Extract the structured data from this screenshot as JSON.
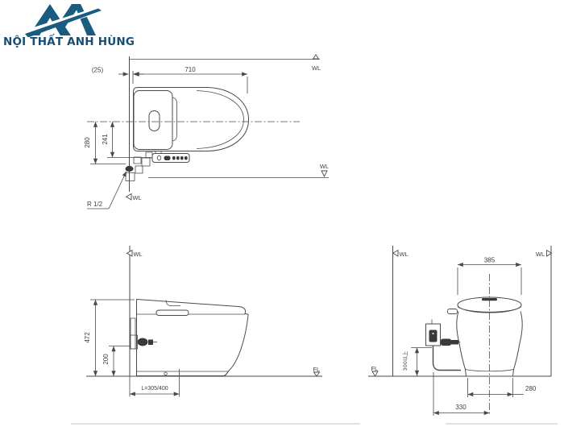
{
  "brand": {
    "name": "NỘI THẤT ANH HÙNG",
    "color": "#1a5b80"
  },
  "labels": {
    "top_view": {
      "dim_gap": "(25)",
      "dim_depth": "710",
      "dim_center_to_supply": "280",
      "dim_center_to_panel": "241",
      "supply_thread": "R 1/2",
      "wl_top": "WL",
      "wl_side": "WL",
      "wl_wall": "WL"
    },
    "side_view": {
      "wl": "WL",
      "fl": "FL",
      "dim_height": "472",
      "dim_supply_height": "200",
      "dim_rough_in": "L=305/400"
    },
    "rear_view": {
      "wl_left": "WL",
      "wl_right": "WL",
      "fl": "FL",
      "dim_tank_width": "385",
      "dim_outlet_min_height": "300以上",
      "dim_bolt_spacing": "280",
      "dim_outlet_offset": "330"
    }
  }
}
